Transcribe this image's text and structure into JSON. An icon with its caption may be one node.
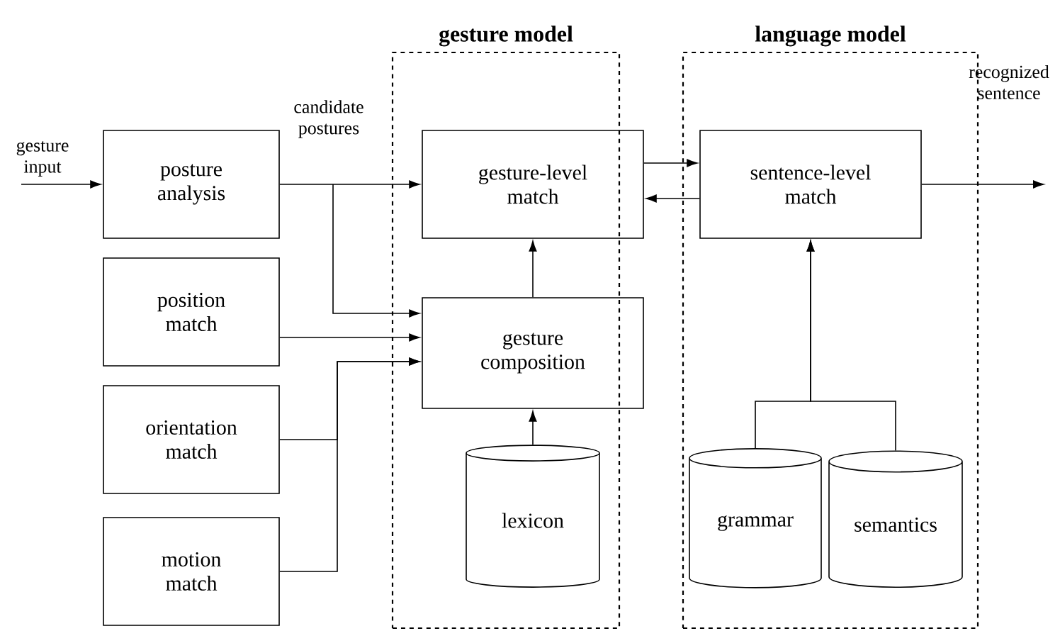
{
  "diagram": {
    "nodes": [
      {
        "text": [
          "gesture model"
        ]
      },
      {
        "text": [
          "language model"
        ]
      },
      {
        "text": [
          "posture analysis"
        ]
      },
      {
        "text": [
          "position match"
        ]
      },
      {
        "text": [
          "orientation match"
        ]
      },
      {
        "text": [
          "motion match"
        ]
      },
      {
        "text": [
          "gesture-level match"
        ],
        "in": 0
      },
      {
        "text": [
          "gesture composition"
        ],
        "in": 0
      },
      {
        "text": [
          "lexicon"
        ],
        "in": 0
      },
      {
        "text": [
          "sentence-level match"
        ],
        "in": 1
      },
      {
        "text": [
          "grammar"
        ],
        "in": 1
      },
      {
        "text": [
          "semantics"
        ],
        "in": 1
      }
    ],
    "edges": [
      {
        "from": null,
        "to": 2,
        "arrow": "to",
        "label": "gesture input"
      },
      {
        "from": 2,
        "to": 6,
        "arrow": "to",
        "label": "candidate postures"
      },
      {
        "from": 2,
        "to": 7,
        "arrow": "to"
      },
      {
        "from": 3,
        "to": 7,
        "arrow": "to"
      },
      {
        "from": 4,
        "to": 7,
        "arrow": "to"
      },
      {
        "from": 5,
        "to": 7,
        "arrow": "to"
      },
      {
        "from": 7,
        "to": 6,
        "arrow": "to"
      },
      {
        "from": 8,
        "to": 7,
        "arrow": "to"
      },
      {
        "from": 6,
        "to": 9,
        "arrow": "to"
      },
      {
        "from": 9,
        "to": 6,
        "arrow": "to"
      },
      {
        "from": 9,
        "to": null,
        "arrow": "to",
        "label": "recognized sentence"
      },
      {
        "from": 10,
        "to": 9,
        "arrow": "to"
      },
      {
        "from": 11,
        "to": 9,
        "arrow": "to"
      }
    ]
  }
}
